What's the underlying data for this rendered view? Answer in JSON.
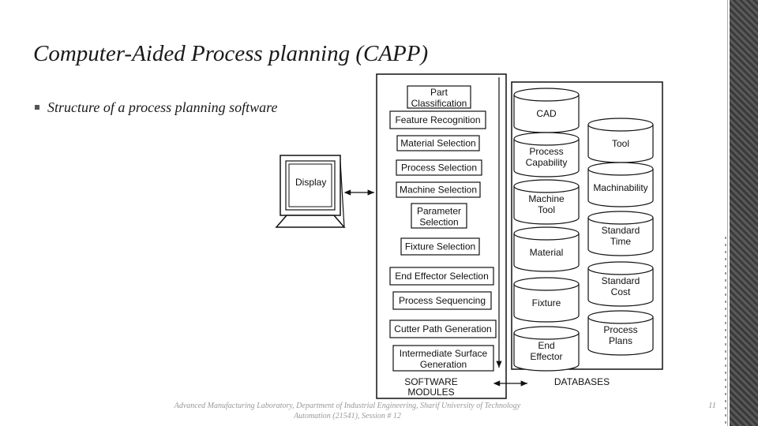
{
  "slide": {
    "title": "Computer-Aided Process planning (CAPP)",
    "bullet": "Structure of a process planning software"
  },
  "diagram": {
    "display_label": "Display",
    "software_label_line1": "SOFTWARE",
    "software_label_line2": "MODULES",
    "databases_label": "DATABASES",
    "modules": [
      {
        "line1": "Part",
        "line2": "Classification"
      },
      {
        "line1": "Feature Recognition",
        "line2": ""
      },
      {
        "line1": "Material Selection",
        "line2": ""
      },
      {
        "line1": "Process Selection",
        "line2": ""
      },
      {
        "line1": "Machine Selection",
        "line2": ""
      },
      {
        "line1": "Parameter",
        "line2": "Selection"
      },
      {
        "line1": "Fixture Selection",
        "line2": ""
      },
      {
        "line1": "End Effector Selection",
        "line2": ""
      },
      {
        "line1": "Process Sequencing",
        "line2": ""
      },
      {
        "line1": "Cutter Path Generation",
        "line2": ""
      },
      {
        "line1": "Intermediate Surface",
        "line2": "Generation"
      }
    ],
    "databases_left": [
      {
        "line1": "CAD",
        "line2": ""
      },
      {
        "line1": "Process",
        "line2": "Capability"
      },
      {
        "line1": "Machine",
        "line2": "Tool"
      },
      {
        "line1": "Material",
        "line2": ""
      },
      {
        "line1": "Fixture",
        "line2": ""
      },
      {
        "line1": "End",
        "line2": "Effector"
      }
    ],
    "databases_right": [
      {
        "line1": "Tool",
        "line2": ""
      },
      {
        "line1": "Machinability",
        "line2": ""
      },
      {
        "line1": "Standard",
        "line2": "Time"
      },
      {
        "line1": "Standard",
        "line2": "Cost"
      },
      {
        "line1": "Process",
        "line2": "Plans"
      }
    ]
  },
  "footer": {
    "line1": "Advanced Manufacturing Laboratory, Department of Industrial Engineering, Sharif University of Technology",
    "line2": "Automation (21541), Session # 12",
    "page_number": "11"
  }
}
